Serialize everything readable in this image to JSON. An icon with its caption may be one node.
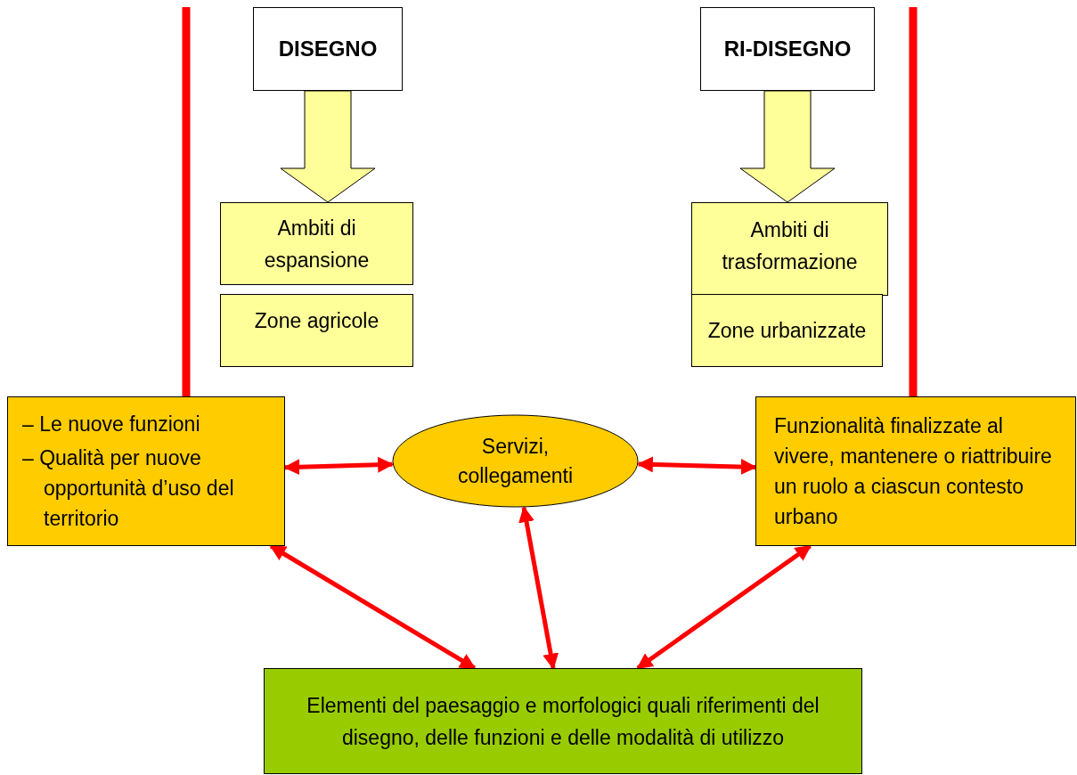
{
  "diagram": {
    "nodes": [
      {
        "text": [
          "DISEGNO"
        ]
      },
      {
        "text": [
          "RI-DISEGNO"
        ]
      },
      {
        "text": [
          "Ambiti di espansione"
        ]
      },
      {
        "text": [
          "Zone agricole"
        ]
      },
      {
        "text": [
          "Ambiti di trasformazione"
        ]
      },
      {
        "text": [
          "Zone urbanizzate"
        ]
      },
      {
        "text": [
          "– Le nuove funzioni",
          "– Qualità per nuove opportunità d’uso del territorio"
        ]
      },
      {
        "text": [
          "Servizi, collegamenti"
        ]
      },
      {
        "text": [
          "Funzionalità finalizzate al vivere, mantenere o riattribuire un ruolo a ciascun contesto urbano"
        ]
      },
      {
        "text": [
          "Elementi del paesaggio e morfologici quali riferimenti del disegno, delle funzioni  e delle modalità di utilizzo"
        ]
      }
    ],
    "edges": [
      {
        "from": 0,
        "to": 2,
        "arrow": "to",
        "style": "thick",
        "color": "#ffff99"
      },
      {
        "from": 1,
        "to": 4,
        "arrow": "to",
        "style": "thick",
        "color": "#ffff99"
      },
      {
        "from": null,
        "to": 6,
        "arrow": "none",
        "style": "thick"
      },
      {
        "from": null,
        "to": 8,
        "arrow": "none",
        "style": "thick"
      },
      {
        "from": 6,
        "to": 7,
        "arrow": "both"
      },
      {
        "from": 7,
        "to": 8,
        "arrow": "both"
      },
      {
        "from": 6,
        "to": 9,
        "arrow": "both"
      },
      {
        "from": 7,
        "to": 9,
        "arrow": "both"
      },
      {
        "from": 8,
        "to": 9,
        "arrow": "both"
      }
    ]
  }
}
